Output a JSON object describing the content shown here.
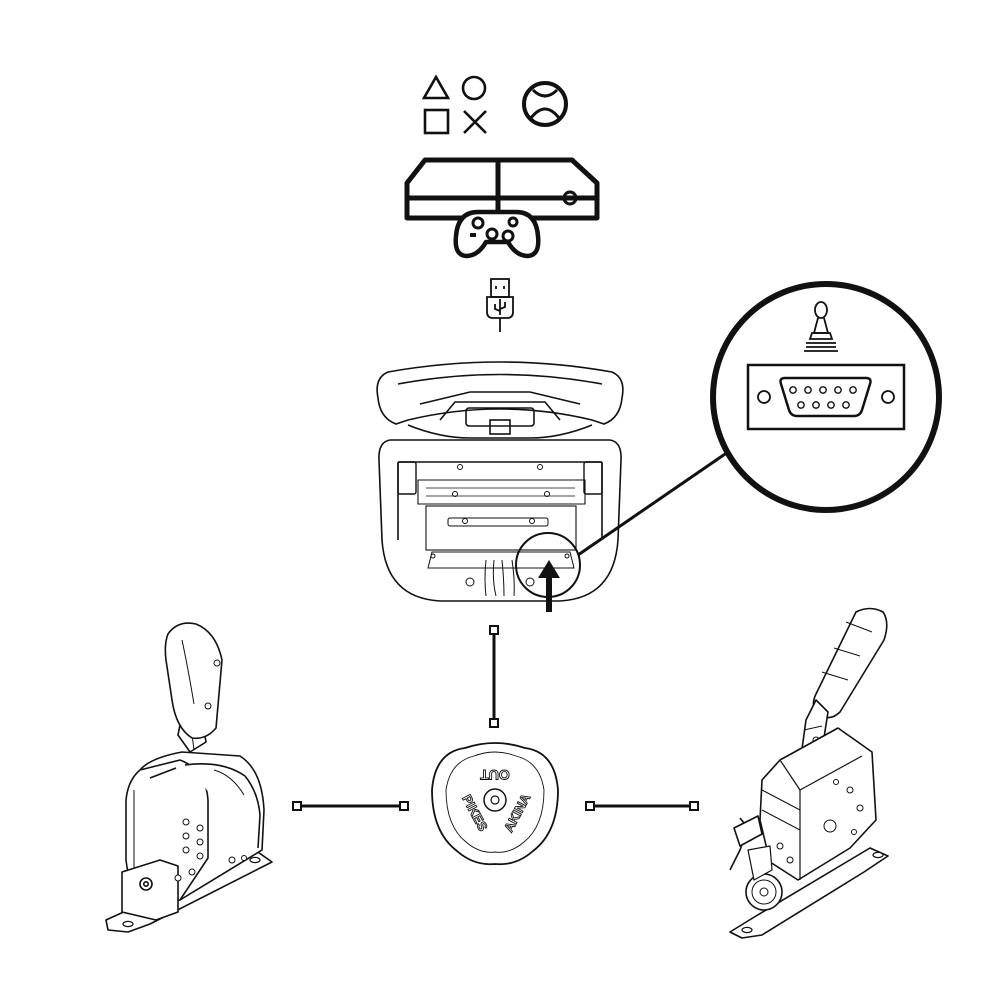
{
  "splitter_labels": {
    "out": "OUT",
    "left": "PIKES",
    "right": "AKINA"
  },
  "icons": {
    "console_logos": [
      "playstation-shapes-icon",
      "xbox-logo-icon"
    ],
    "console": "xbox-console-icon",
    "controller": "gamepad-icon",
    "usb": "usb-plug-icon",
    "joystick": "shifter-joystick-icon",
    "port": "db9-serial-port-icon"
  },
  "colors": {
    "line": "#111111",
    "background": "#ffffff",
    "detail": "#555555"
  }
}
